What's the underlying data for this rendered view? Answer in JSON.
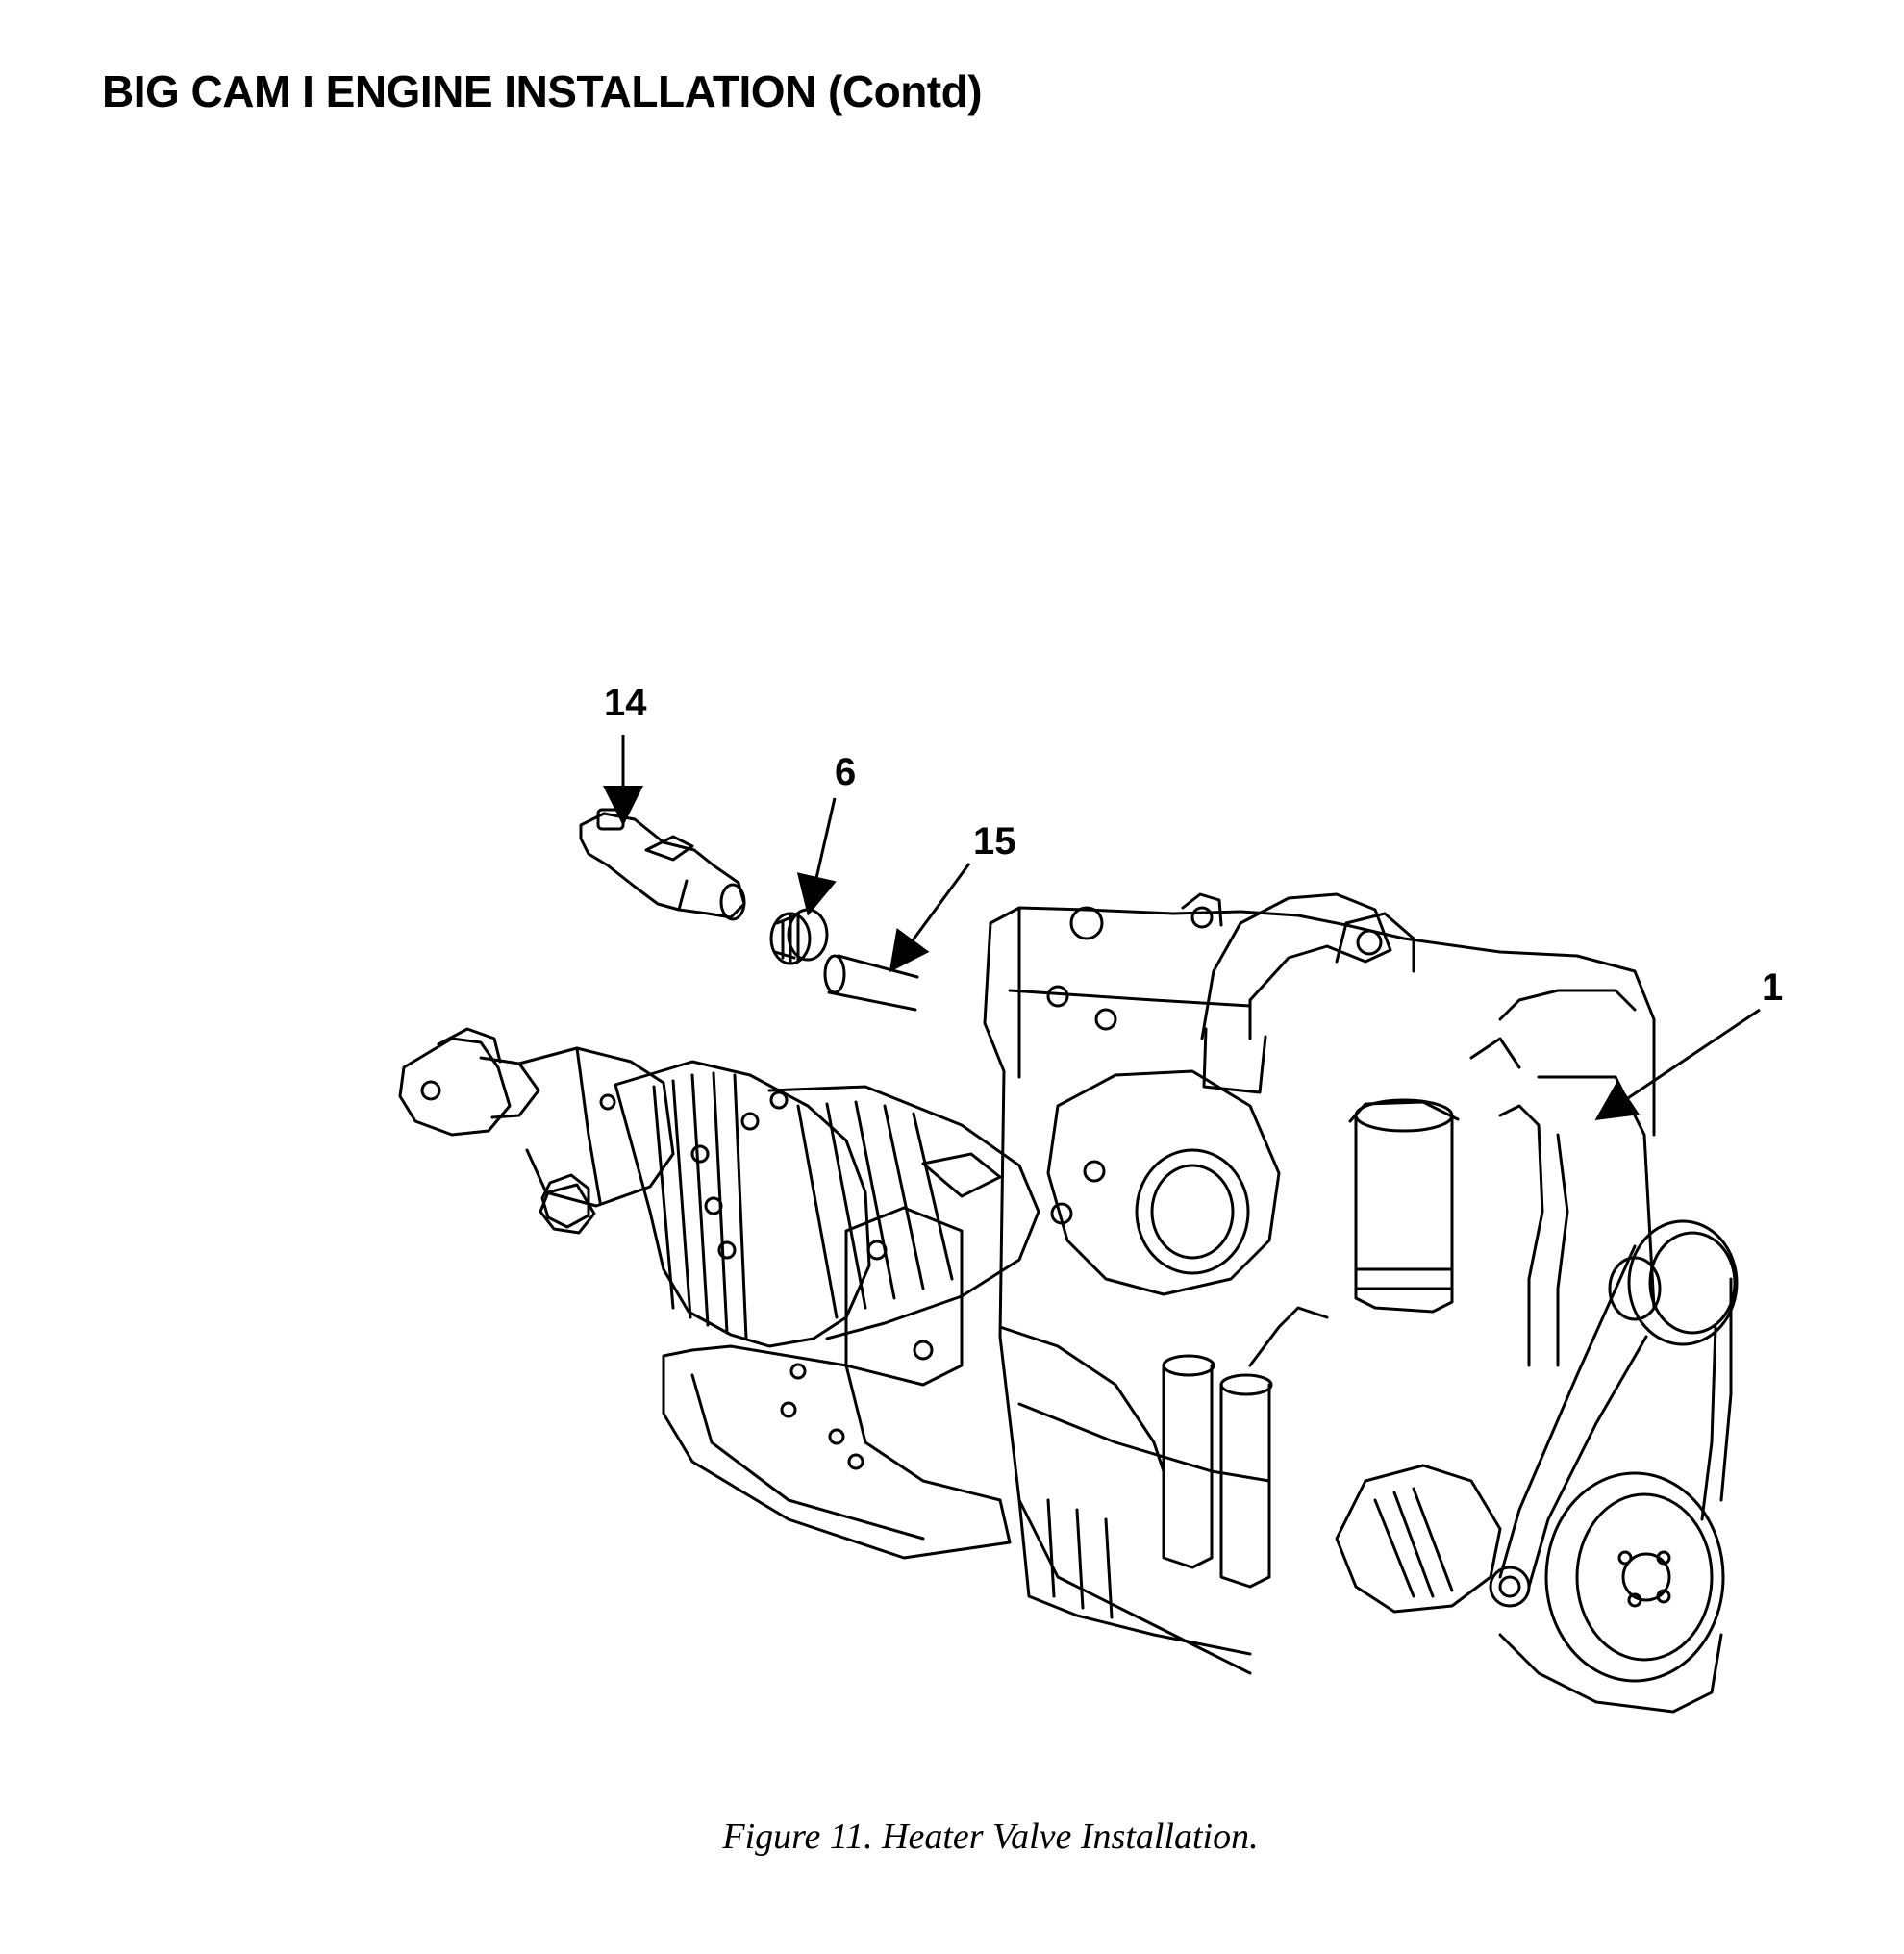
{
  "header": {
    "title": "BIG CAM I ENGINE INSTALLATION (Contd)"
  },
  "figure": {
    "callouts": [
      {
        "id": "14",
        "label": "14"
      },
      {
        "id": "6",
        "label": "6"
      },
      {
        "id": "15",
        "label": "15"
      },
      {
        "id": "1",
        "label": "1"
      }
    ],
    "caption": "Figure 11.  Heater Valve Installation."
  }
}
